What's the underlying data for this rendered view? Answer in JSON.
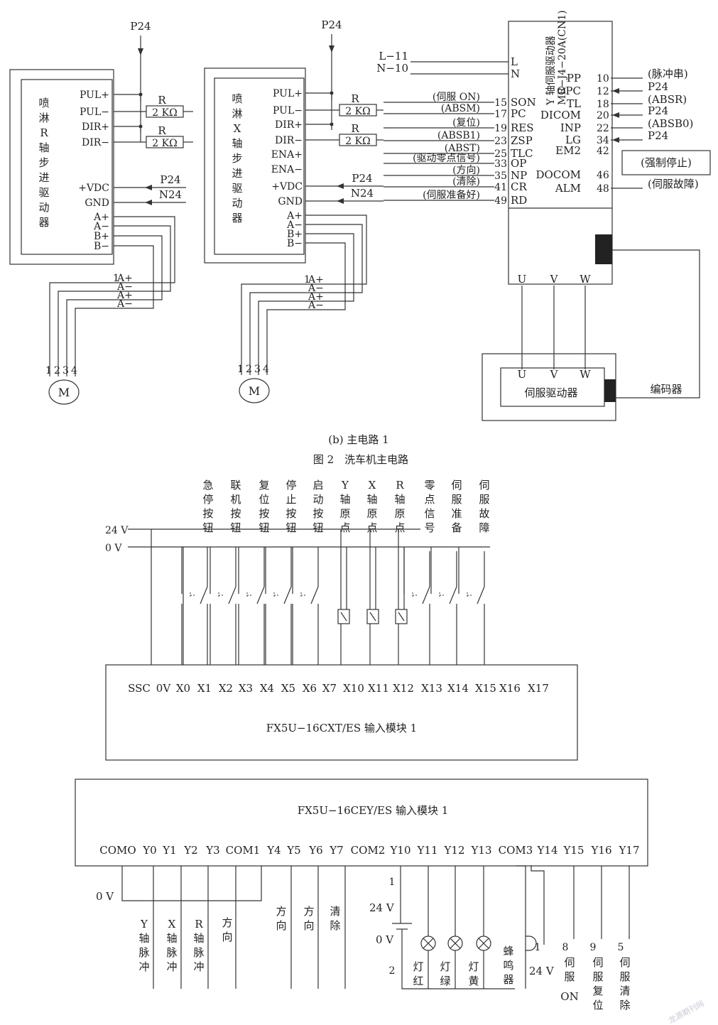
{
  "rail_label": "P24",
  "driver_r": {
    "title": "喷淋R轴步进驱动器",
    "pins": [
      "PUL+",
      "PUL−",
      "DIR+",
      "DIR−",
      "+VDC",
      "GND",
      "A+",
      "A−",
      "B+",
      "B−"
    ],
    "supply": [
      "P24",
      "N24"
    ],
    "resistor": "R",
    "resistor_value": "2 KΩ"
  },
  "driver_x": {
    "title": "喷淋X轴步进驱动器",
    "pins": [
      "PUL+",
      "PUL−",
      "DIR+",
      "DIR−",
      "ENA+",
      "ENA−",
      "+VDC",
      "GND",
      "A+",
      "A−",
      "B+",
      "B−"
    ],
    "supply": [
      "P24",
      "N24"
    ],
    "resistor": "R",
    "resistor_value": "2 KΩ"
  },
  "motor_pins": [
    "1",
    "2",
    "3",
    "4"
  ],
  "motor_coil_labels": [
    "A+",
    "A−",
    "A+",
    "A−"
  ],
  "motor_symbol": "M",
  "servo": {
    "title": "Y 轴伺服驱动器",
    "model": "MR−J4−20A(CN1)",
    "power_in": [
      {
        "net": "L−11",
        "pin": "L"
      },
      {
        "net": "N−10",
        "pin": "N"
      }
    ],
    "left_pins": [
      {
        "signal": "(伺服 ON)",
        "num": "15",
        "pin": "SON"
      },
      {
        "signal": "(ABSM)",
        "num": "17",
        "pin": "PC"
      },
      {
        "signal": "(复位)",
        "num": "19",
        "pin": "RES"
      },
      {
        "signal": "(ABSB1)",
        "num": "23",
        "pin": "ZSP"
      },
      {
        "signal": "(ABST)",
        "num": "25",
        "pin": "TLC"
      },
      {
        "signal": "(驱动零点信号)",
        "num": "33",
        "pin": "OP"
      },
      {
        "signal": "(方向)",
        "num": "35",
        "pin": "NP"
      },
      {
        "signal": "(清除)",
        "num": "41",
        "pin": "CR"
      },
      {
        "signal": "(伺服准备好)",
        "num": "49",
        "pin": "RD"
      }
    ],
    "right_pins": [
      {
        "pin": "PP",
        "num": "10",
        "signal": "(脉冲串)"
      },
      {
        "pin": "OPC",
        "num": "12",
        "signal": "P24"
      },
      {
        "pin": "TL",
        "num": "18",
        "signal": "(ABSR)"
      },
      {
        "pin": "DICOM",
        "num": "20",
        "signal": "P24"
      },
      {
        "pin": "INP",
        "num": "22",
        "signal": "(ABSB0)"
      },
      {
        "pin": "LG",
        "num": "34",
        "signal": "P24"
      },
      {
        "pin": "EM2",
        "num": "42",
        "signal": ""
      },
      {
        "pin": "DOCOM",
        "num": "46",
        "signal": ""
      },
      {
        "pin": "ALM",
        "num": "48",
        "signal": "(伺服故障)"
      }
    ],
    "forced_stop": "(强制停止)",
    "phases": [
      "U",
      "V",
      "W"
    ],
    "motor_label": "伺服驱动器",
    "encoder_label": "编码器"
  },
  "subcaption": "(b) 主电路 1",
  "caption": "图 2　洗车机主电路",
  "input_module": {
    "v24": "24 V",
    "v0": "0 V",
    "devices": [
      "急停按钮",
      "联机按钮",
      "复位按钮",
      "停止按钮",
      "启动按钮",
      "Y轴原点",
      "X轴原点",
      "R轴原点",
      "零点信号",
      "伺服准备",
      "伺服故障"
    ],
    "terminals": [
      "SSC",
      "0V",
      "X0",
      "X1",
      "X2",
      "X3",
      "X4",
      "X5",
      "X6",
      "X7",
      "X10",
      "X11",
      "X12",
      "X13",
      "X14",
      "X15",
      "X16",
      "X17"
    ],
    "name": "FX5U−16CXT/ES 输入模块 1"
  },
  "output_module": {
    "name": "FX5U−16CEY/ES 输入模块 1",
    "terminals": [
      "COMO",
      "Y0",
      "Y1",
      "Y2",
      "Y3",
      "COM1",
      "Y4",
      "Y5",
      "Y6",
      "Y7",
      "COM2",
      "Y10",
      "Y11",
      "Y12",
      "Y13",
      "COM3",
      "Y14",
      "Y15",
      "Y16",
      "Y17"
    ],
    "v0": "0 V",
    "supply_24": "24 V",
    "supply_0": "0 V",
    "node1": "1",
    "node2": "2",
    "outputs": [
      "Y轴脉冲",
      "X轴脉冲",
      "R轴脉冲",
      "方向",
      "方向",
      "方向",
      "清除"
    ],
    "lamps": [
      "灯红",
      "灯绿",
      "灯黄"
    ],
    "buzzer": "蜂鸣器",
    "com3_num": "1",
    "com3_v": "24 V",
    "servo_nums": [
      "8",
      "9",
      "5"
    ],
    "servo_outputs": [
      "伺服ON",
      "伺服复位",
      "伺服清除"
    ]
  },
  "watermark": "龙源期刊网"
}
